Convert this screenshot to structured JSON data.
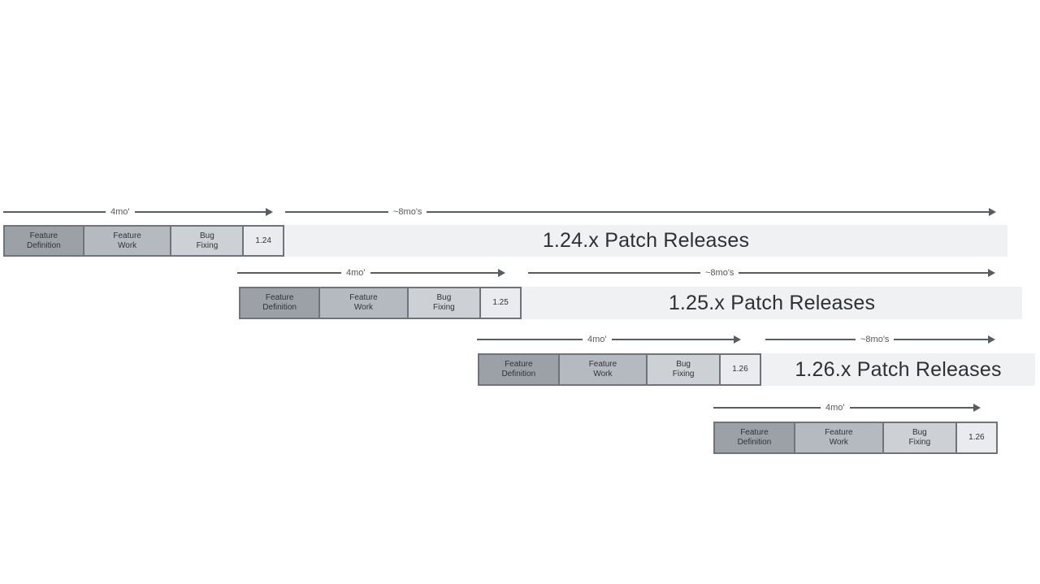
{
  "diagram": {
    "rows": [
      {
        "version": "1.24",
        "dev_duration": "4mo'",
        "patch_duration": "~8mo's",
        "patch_text": "1.24.x Patch Releases",
        "phases": [
          {
            "line1": "Feature",
            "line2": "Definition"
          },
          {
            "line1": "Feature",
            "line2": "Work"
          },
          {
            "line1": "Bug",
            "line2": "Fixing"
          }
        ]
      },
      {
        "version": "1.25",
        "dev_duration": "4mo'",
        "patch_duration": "~8mo's",
        "patch_text": "1.25.x Patch Releases",
        "phases": [
          {
            "line1": "Feature",
            "line2": "Definition"
          },
          {
            "line1": "Feature",
            "line2": "Work"
          },
          {
            "line1": "Bug",
            "line2": "Fixing"
          }
        ]
      },
      {
        "version": "1.26",
        "dev_duration": "4mo'",
        "patch_duration": "~8mo's",
        "patch_text": "1.26.x Patch Releases",
        "phases": [
          {
            "line1": "Feature",
            "line2": "Definition"
          },
          {
            "line1": "Feature",
            "line2": "Work"
          },
          {
            "line1": "Bug",
            "line2": "Fixing"
          }
        ]
      },
      {
        "version": "1.26",
        "dev_duration": "4mo'",
        "phases": [
          {
            "line1": "Feature",
            "line2": "Definition"
          },
          {
            "line1": "Feature",
            "line2": "Work"
          },
          {
            "line1": "Bug",
            "line2": "Fixing"
          }
        ]
      }
    ],
    "colors": {
      "feature_definition_fill": "#9ba1a7",
      "feature_work_fill": "#b5bac0",
      "bug_fixing_fill": "#cdd1d5",
      "version_cell_fill": "#e9ebee",
      "box_border": "#6e747a",
      "patch_bar_fill": "#f0f1f3",
      "arrow": "#575d64",
      "patch_text": "#2d3135"
    }
  }
}
